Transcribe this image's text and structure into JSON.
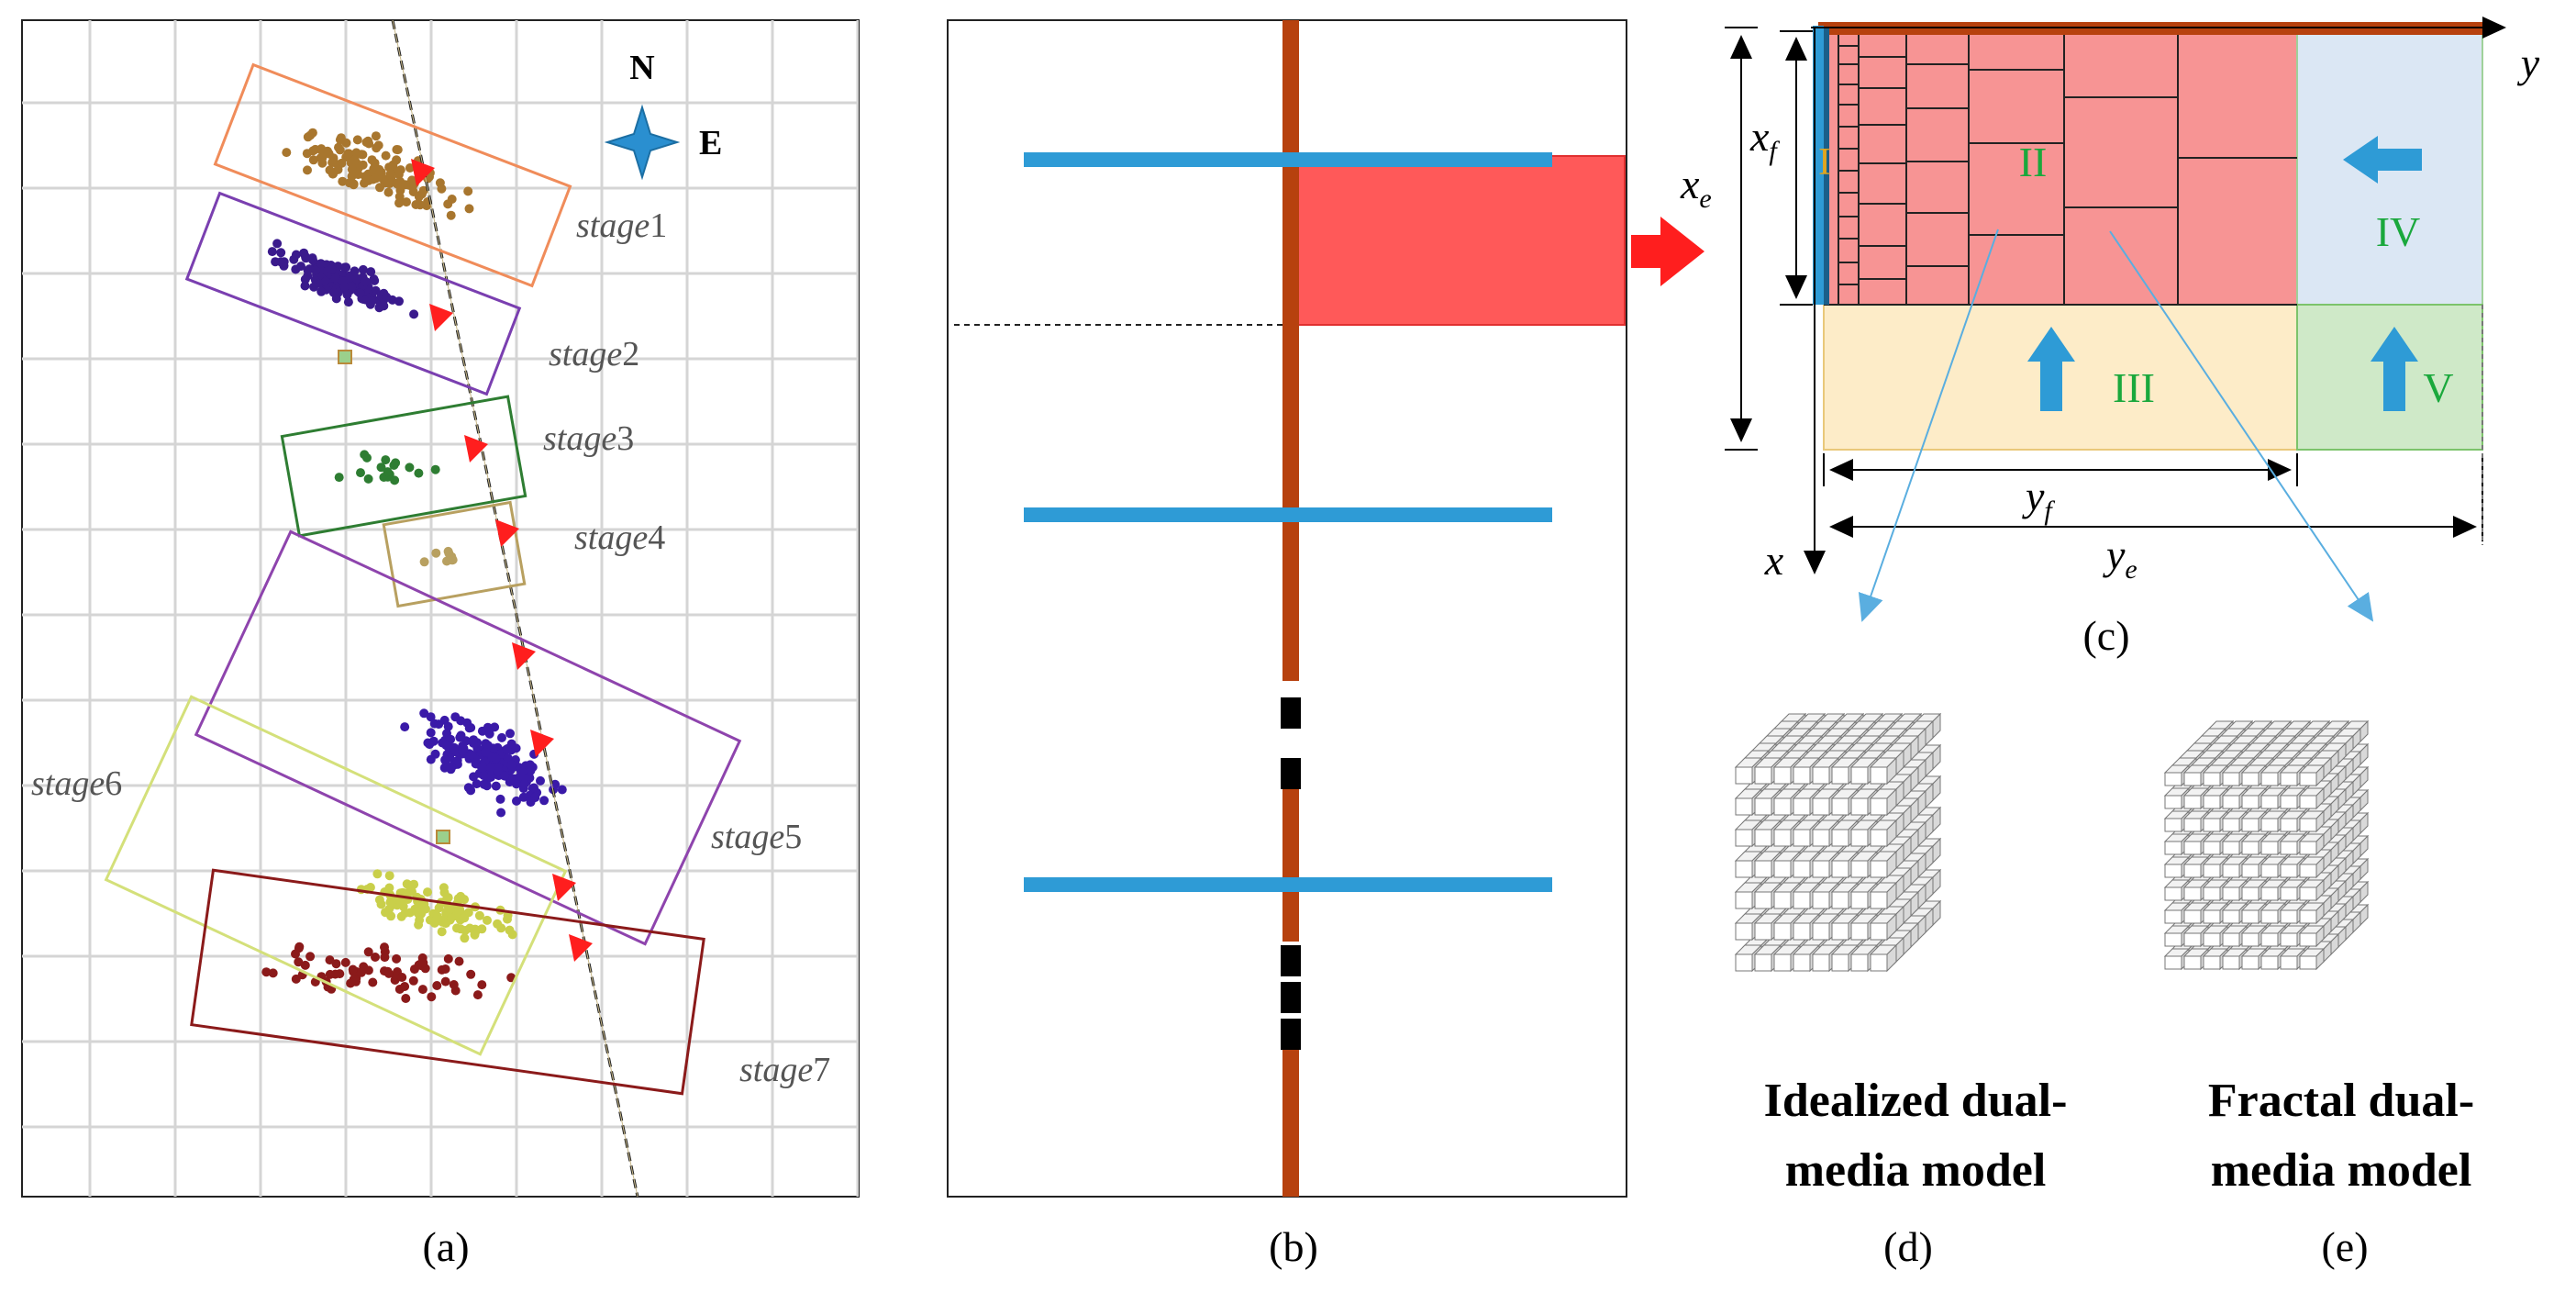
{
  "panel_a": {
    "compass_n": "N",
    "compass_e": "E",
    "stages": [
      {
        "label": "stage",
        "num": "1"
      },
      {
        "label": "stage",
        "num": "2"
      },
      {
        "label": "stage",
        "num": "3"
      },
      {
        "label": "stage",
        "num": "4"
      },
      {
        "label": "stage",
        "num": "5"
      },
      {
        "label": "stage",
        "num": "6"
      },
      {
        "label": "stage",
        "num": "7"
      }
    ],
    "caption": "(a)"
  },
  "panel_b": {
    "caption": "(b)"
  },
  "panel_c": {
    "axis_y": "y",
    "axis_x": "x",
    "xf": "x",
    "xf_sub": "f",
    "xe": "x",
    "xe_sub": "e",
    "yf": "y",
    "yf_sub": "f",
    "ye": "y",
    "ye_sub": "e",
    "region_1": "I",
    "region_2": "II",
    "region_3": "III",
    "region_4": "IV",
    "region_5": "V",
    "caption": "(c)"
  },
  "panel_d": {
    "title_line1": "Idealized dual-",
    "title_line2": "media model",
    "caption": "(d)"
  },
  "panel_e": {
    "title_line1": "Fractal dual-",
    "title_line2": "media model",
    "caption": "(e)"
  },
  "colors": {
    "wellbore": "#b7410e",
    "fracture": "#2e9bd6",
    "red_zone": "#f79494",
    "arrow_red": "#ff1e1e",
    "region_label": "#1aa83c",
    "stage1": "#f08c5a",
    "stage2": "#7a3fb0",
    "stage3": "#2e7d32",
    "stage4": "#b8a060",
    "stage5": "#8e44ad",
    "stage6": "#d4e07a",
    "stage7": "#8b1a1a"
  }
}
